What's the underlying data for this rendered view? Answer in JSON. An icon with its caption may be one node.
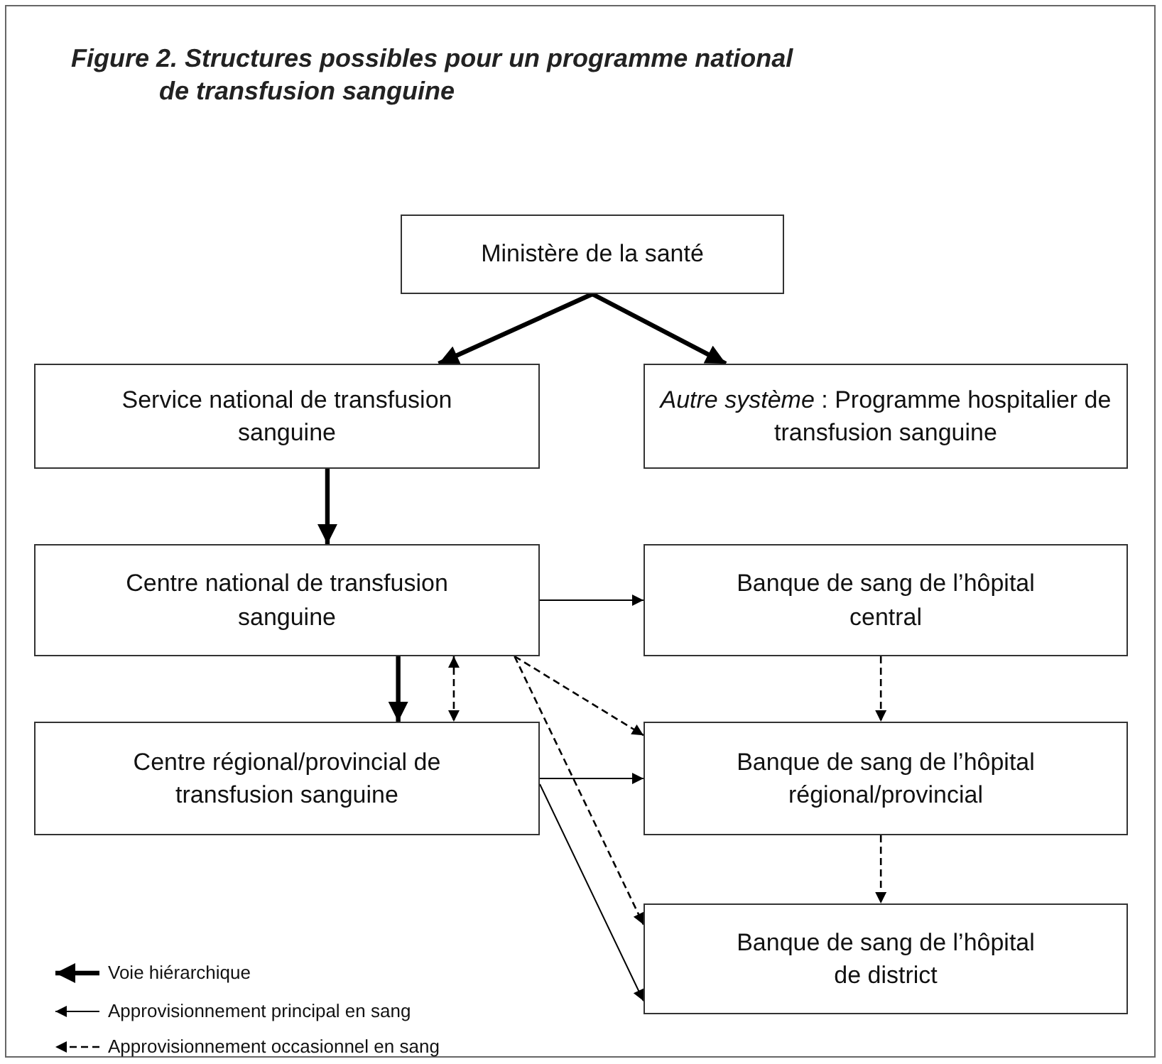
{
  "diagram": {
    "title": "Figure 2. Structures possibles pour un programme national de transfusion sanguine",
    "nodes": [
      {
        "text": [
          "Ministère de la santé"
        ]
      },
      {
        "text": [
          "Service national de transfusion sanguine"
        ]
      },
      {
        "text": [
          "*Autre système* : Programme hospitalier de transfusion sanguine"
        ]
      },
      {
        "text": [
          "Centre national de transfusion sanguine"
        ]
      },
      {
        "text": [
          "Banque de sang de l’hôpital central"
        ]
      },
      {
        "text": [
          "Centre régional/provincial de transfusion sanguine"
        ]
      },
      {
        "text": [
          "Banque de sang de l’hôpital régional/provincial"
        ]
      },
      {
        "text": [
          "Banque de sang de l’hôpital de district"
        ]
      }
    ],
    "edges": [
      {
        "from": 0,
        "to": 1,
        "arrow": "to",
        "style": "thick"
      },
      {
        "from": 0,
        "to": 2,
        "arrow": "to",
        "style": "thick"
      },
      {
        "from": 1,
        "to": 3,
        "arrow": "to",
        "style": "thick"
      },
      {
        "from": 3,
        "to": 5,
        "arrow": "to",
        "style": "thick"
      },
      {
        "from": 3,
        "to": 5,
        "arrow": "both",
        "style": "dashed"
      },
      {
        "from": 3,
        "to": 4,
        "arrow": "to"
      },
      {
        "from": 3,
        "to": 6,
        "arrow": "to",
        "style": "dashed"
      },
      {
        "from": 3,
        "to": 7,
        "arrow": "to",
        "style": "dashed"
      },
      {
        "from": 5,
        "to": 6,
        "arrow": "to"
      },
      {
        "from": 5,
        "to": 7,
        "arrow": "to"
      },
      {
        "from": 4,
        "to": 6,
        "arrow": "to",
        "style": "dashed"
      },
      {
        "from": 6,
        "to": 7,
        "arrow": "to",
        "style": "dashed"
      }
    ],
    "legend": [
      {
        "text": "Voie hiérarchique"
      },
      {
        "text": "Approvisionnement principal en sang"
      },
      {
        "text": "Approvisionnement occasionnel en sang"
      }
    ]
  }
}
